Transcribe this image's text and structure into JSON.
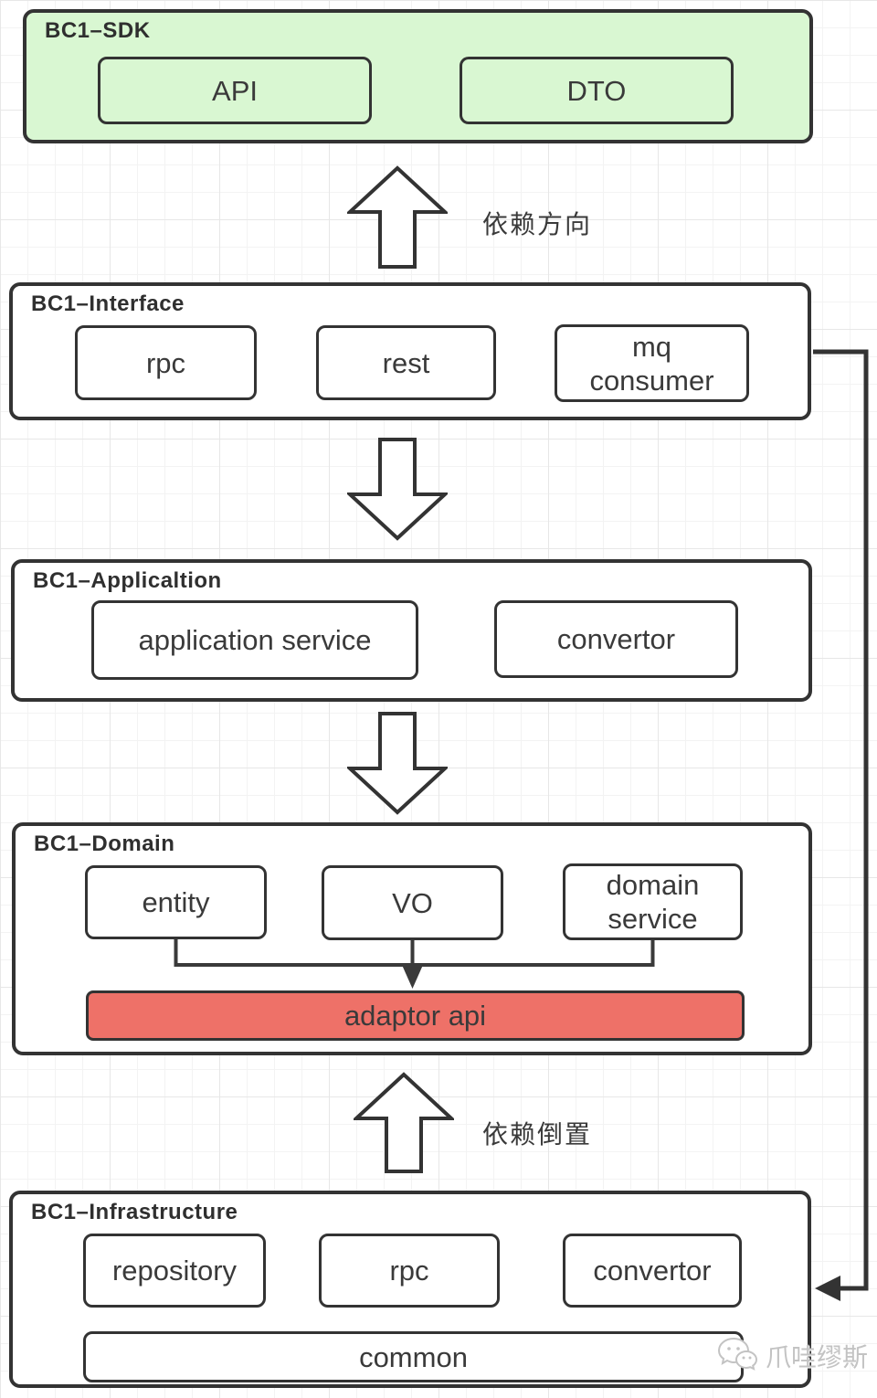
{
  "colors": {
    "sdk_fill": "#d9f7d2",
    "adaptor_fill": "#ee7168",
    "box_border": "#333333",
    "text": "#3a3a3a",
    "watermark_gray": "#c3c3c3"
  },
  "labels": {
    "dependency_direction": "依赖方向",
    "dependency_inversion": "依赖倒置"
  },
  "layers": {
    "sdk": {
      "title": "BC1–SDK",
      "modules": {
        "api": "API",
        "dto": "DTO"
      }
    },
    "interface": {
      "title": "BC1–Interface",
      "modules": {
        "rpc": "rpc",
        "rest": "rest",
        "mq_consumer": "mq\nconsumer"
      }
    },
    "application": {
      "title": "BC1–Applicaltion",
      "modules": {
        "application_service": "application service",
        "convertor": "convertor"
      }
    },
    "domain": {
      "title": "BC1–Domain",
      "modules": {
        "entity": "entity",
        "vo": "VO",
        "domain_service": "domain\nservice",
        "adaptor_api": "adaptor api"
      }
    },
    "infrastructure": {
      "title": "BC1–Infrastructure",
      "modules": {
        "repository": "repository",
        "rpc": "rpc",
        "convertor": "convertor",
        "common": "common"
      }
    }
  },
  "watermark": {
    "text": "爪哇缪斯",
    "icon": "wechat-chat-bubbles-icon"
  }
}
